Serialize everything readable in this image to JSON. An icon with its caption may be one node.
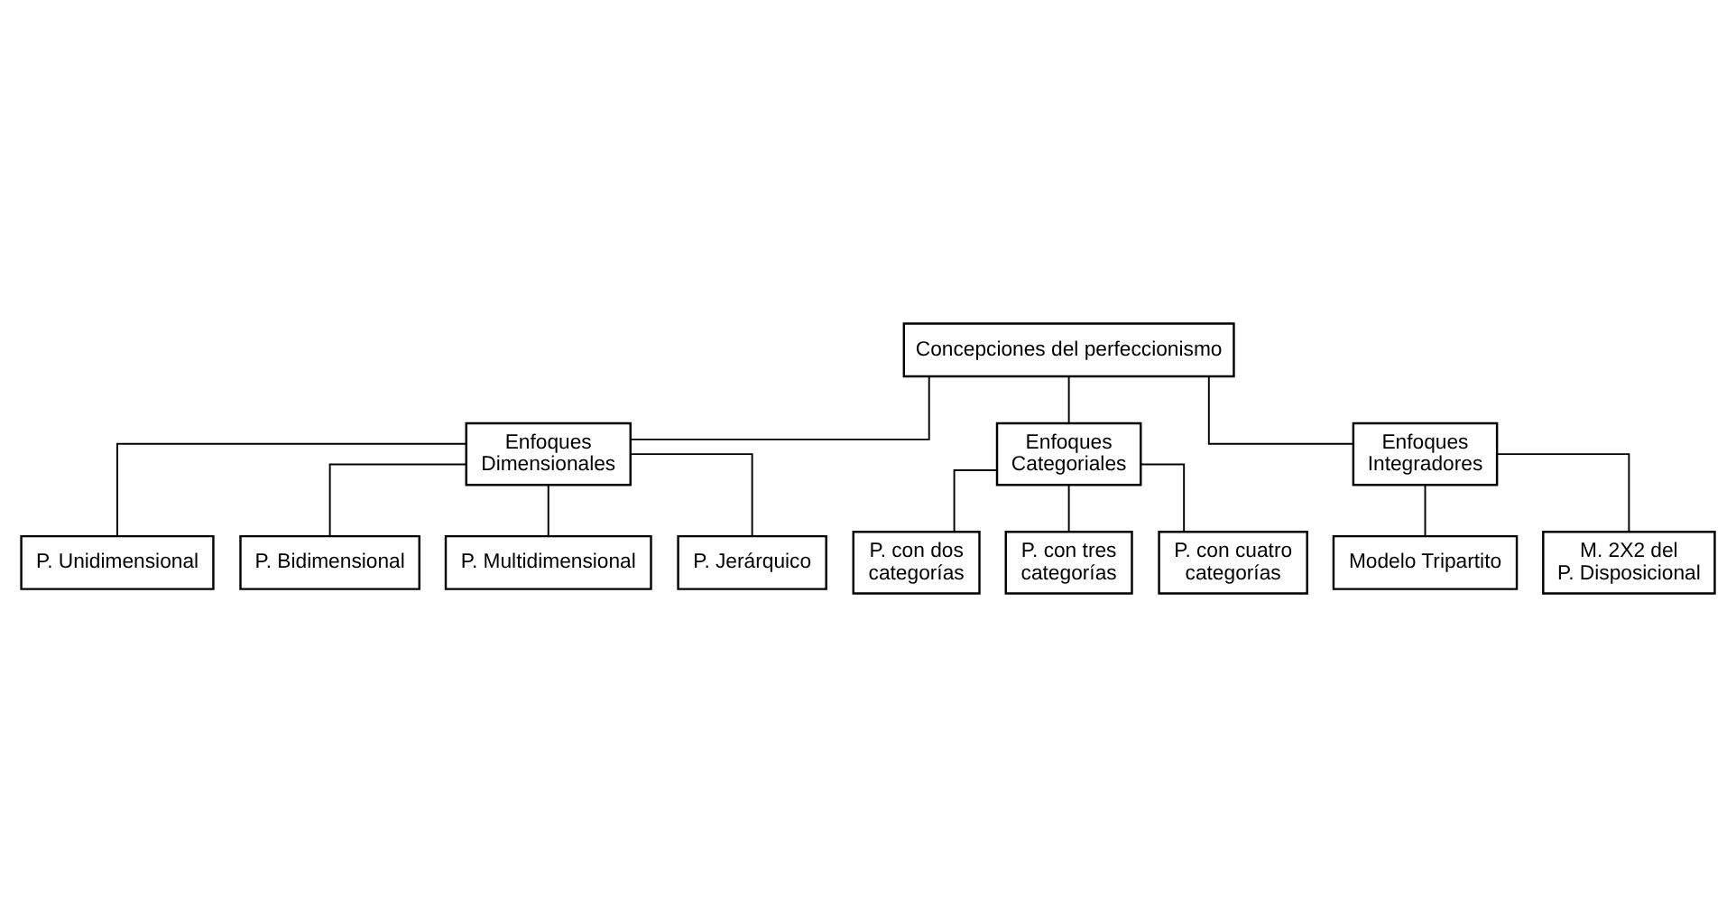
{
  "diagram": {
    "nodes": [
      {
        "text": [
          "Concepciones del perfeccionismo"
        ]
      },
      {
        "text": [
          "Enfoques Dimensionales"
        ]
      },
      {
        "text": [
          "Enfoques Categoriales"
        ]
      },
      {
        "text": [
          "Enfoques Integradores"
        ]
      },
      {
        "text": [
          "P. Unidimensional"
        ]
      },
      {
        "text": [
          "P. Bidimensional"
        ]
      },
      {
        "text": [
          "P. Multidimensional"
        ]
      },
      {
        "text": [
          "P. Jerárquico"
        ]
      },
      {
        "text": [
          "P. con dos categorías"
        ]
      },
      {
        "text": [
          "P. con tres categorías"
        ]
      },
      {
        "text": [
          "P. con cuatro categorías"
        ]
      },
      {
        "text": [
          "Modelo Tripartito"
        ]
      },
      {
        "text": [
          "M. 2X2 del P. Disposicional"
        ]
      }
    ],
    "edges": [
      {
        "from": 0,
        "to": 1,
        "arrow": "none"
      },
      {
        "from": 0,
        "to": 2,
        "arrow": "none"
      },
      {
        "from": 0,
        "to": 3,
        "arrow": "none"
      },
      {
        "from": 1,
        "to": 4,
        "arrow": "none"
      },
      {
        "from": 1,
        "to": 5,
        "arrow": "none"
      },
      {
        "from": 1,
        "to": 6,
        "arrow": "none"
      },
      {
        "from": 1,
        "to": 7,
        "arrow": "none"
      },
      {
        "from": 2,
        "to": 8,
        "arrow": "none"
      },
      {
        "from": 2,
        "to": 9,
        "arrow": "none"
      },
      {
        "from": 2,
        "to": 10,
        "arrow": "none"
      },
      {
        "from": 3,
        "to": 11,
        "arrow": "none"
      },
      {
        "from": 3,
        "to": 12,
        "arrow": "none"
      }
    ]
  }
}
